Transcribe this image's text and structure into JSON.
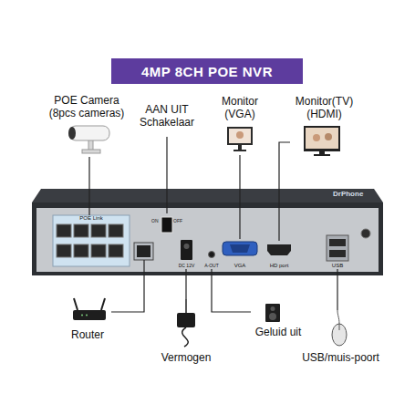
{
  "diagram": {
    "title": "4MP 8CH POE NVR",
    "nodes": [
      {
        "text": [
          "POE Camera (8pcs cameras)"
        ]
      },
      {
        "text": [
          "AAN UIT Schakelaar"
        ]
      },
      {
        "text": [
          "Monitor (VGA)"
        ]
      },
      {
        "text": [
          "Monitor(TV) (HDMI)"
        ]
      },
      {
        "text": [
          "DrPhone"
        ]
      },
      {
        "text": [
          "POE Link"
        ],
        "in": 4
      },
      {
        "text": [
          "ON",
          "OFF"
        ],
        "in": 4
      },
      {
        "text": [
          "DC 12V"
        ],
        "in": 4
      },
      {
        "text": [
          "A-OUT"
        ],
        "in": 4
      },
      {
        "text": [
          "VGA"
        ],
        "in": 4
      },
      {
        "text": [
          "HD port"
        ],
        "in": 4
      },
      {
        "text": [
          "USB"
        ],
        "in": 4
      },
      {
        "text": [
          "Router"
        ]
      },
      {
        "text": [
          "Vermogen"
        ]
      },
      {
        "text": [
          "Geluid uit"
        ]
      },
      {
        "text": [
          "USB/muis-poort"
        ]
      }
    ],
    "edges": [
      {
        "from": 0,
        "to": 5,
        "arrow": "none"
      },
      {
        "from": 1,
        "to": 6,
        "arrow": "none"
      },
      {
        "from": 2,
        "to": 9,
        "arrow": "none"
      },
      {
        "from": 3,
        "to": 10,
        "arrow": "none"
      },
      {
        "from": 12,
        "to": 4,
        "arrow": "none"
      },
      {
        "from": 13,
        "to": 7,
        "arrow": "none"
      },
      {
        "from": 14,
        "to": 8,
        "arrow": "none"
      },
      {
        "from": 15,
        "to": 11,
        "arrow": "none"
      }
    ]
  }
}
